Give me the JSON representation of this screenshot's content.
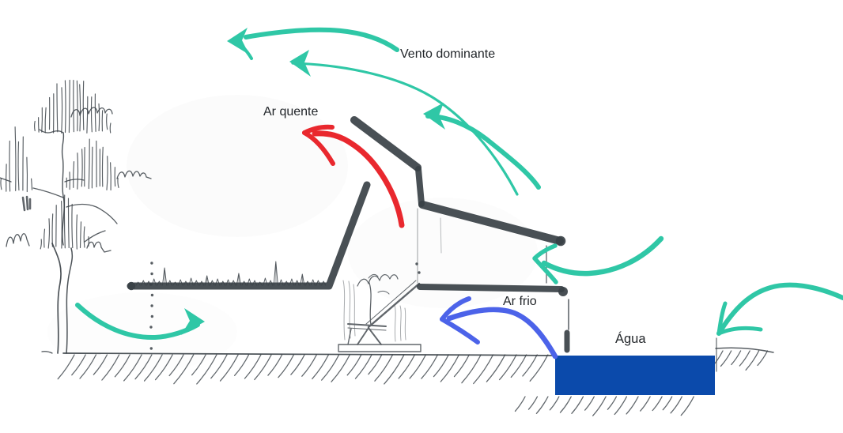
{
  "labels": {
    "dominant_wind": "Vento dominante",
    "hot_air": "Ar quente",
    "cold_air": "Ar frio",
    "water": "Água"
  },
  "colors": {
    "wind": "#2fc7a6",
    "hot_air": "#e9282e",
    "cold_air": "#4c63e9",
    "water": "#0b4aab",
    "ink": "#3a4147",
    "text": "#22262a",
    "background": "#ffffff"
  },
  "arrows": {
    "wind_top": "teal-curved-arrow-left",
    "wind_mid_outer": "teal-curved-arrow-up-left",
    "wind_mid_inner": "teal-curved-arrow-up-left",
    "wind_into_clerestory": "teal-curved-arrow-left",
    "wind_ground_entry": "teal-curved-arrow-right",
    "wind_over_pool": "teal-curved-arrow-down-left",
    "hot_air_out": "red-curved-arrow-up-left",
    "cold_air_in": "blue-curved-arrow-left"
  }
}
